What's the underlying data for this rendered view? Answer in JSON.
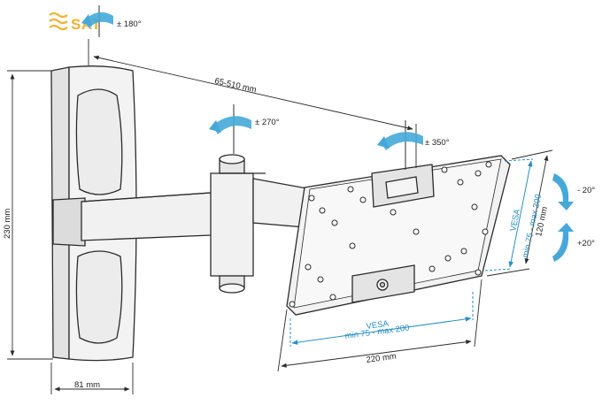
{
  "logo": {
    "text": "SAT",
    "color": "#f2b233"
  },
  "rotations": {
    "wall_pivot": "± 180°",
    "arm_pivot": "± 270°",
    "head_pivot": "± 350°"
  },
  "tilt": {
    "up": "- 20°",
    "down": "+20°"
  },
  "dimensions": {
    "reach": "65-510 mm",
    "height": "230 mm",
    "wall_plate_width": "81 mm",
    "plate_width": "220 mm",
    "plate_height": "120 mm"
  },
  "vesa_horizontal": {
    "title": "VESA",
    "range": "min 75 - max 200"
  },
  "vesa_vertical": {
    "title": "VESA",
    "range": "min 75 - max 200"
  },
  "colors": {
    "arrow": "#45a8d9",
    "vesa_dim": "#2a8fc4",
    "line": "#2b2b2b"
  }
}
